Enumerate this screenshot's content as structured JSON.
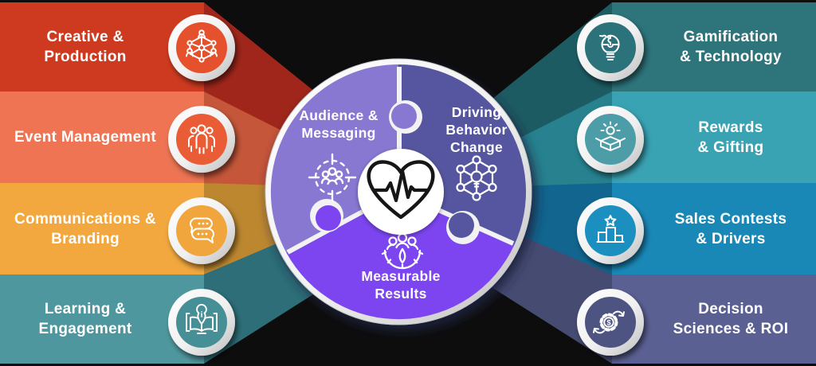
{
  "background_color": "#0d0d0d",
  "left_panels": [
    {
      "label": "Creative &\nProduction",
      "band_color": "#ce3a20",
      "ray_color": "#a0261b",
      "icon_color": "#e6512d",
      "icon": "network-people-icon"
    },
    {
      "label": "Event Management",
      "band_color": "#ee7453",
      "ray_color": "#c5563a",
      "icon_color": "#ea5c35",
      "icon": "people-group-icon"
    },
    {
      "label": "Communications &\nBranding",
      "band_color": "#f2a83e",
      "ray_color": "#bd8730",
      "icon_color": "#f0a63c",
      "icon": "chat-bubbles-icon"
    },
    {
      "label": "Learning &\nEngagement",
      "band_color": "#4f979e",
      "ray_color": "#2d6e78",
      "icon_color": "#478f96",
      "icon": "book-info-pin-icon"
    }
  ],
  "right_panels": [
    {
      "label": "Gamification\n& Technology",
      "band_color": "#2d747b",
      "ray_color": "#1d5b63",
      "icon_color": "#2b727a",
      "icon": "puzzle-lightbulb-icon"
    },
    {
      "label": "Rewards\n& Gifting",
      "band_color": "#39a2b3",
      "ray_color": "#27818f",
      "icon_color": "#4c9da8",
      "icon": "gift-box-bulb-icon"
    },
    {
      "label": "Sales Contests\n& Drivers",
      "band_color": "#1a88b7",
      "ray_color": "#11658e",
      "icon_color": "#1b90c0",
      "icon": "podium-star-icon"
    },
    {
      "label": "Decision\nSciences & ROI",
      "band_color": "#5b6093",
      "ray_color": "#464b72",
      "icon_color": "#4e5482",
      "icon": "gear-dollar-arrows-icon"
    }
  ],
  "wheel": {
    "ring_color": "#f2f2f2",
    "center_icon": "heartbeat-heart-icon",
    "segments": [
      {
        "label": "Audience &\nMessaging",
        "color": "#8878d2",
        "icon": "audience-target-icon"
      },
      {
        "label": "Driving\nBehavior\nChange",
        "color": "#5756a0",
        "icon": "behavior-network-icon"
      },
      {
        "label": "Measurable\nResults",
        "color": "#7c44ef",
        "icon": "people-gauge-icon"
      }
    ]
  },
  "icon_glyphs": {
    "dollar": "$",
    "info": "i"
  }
}
